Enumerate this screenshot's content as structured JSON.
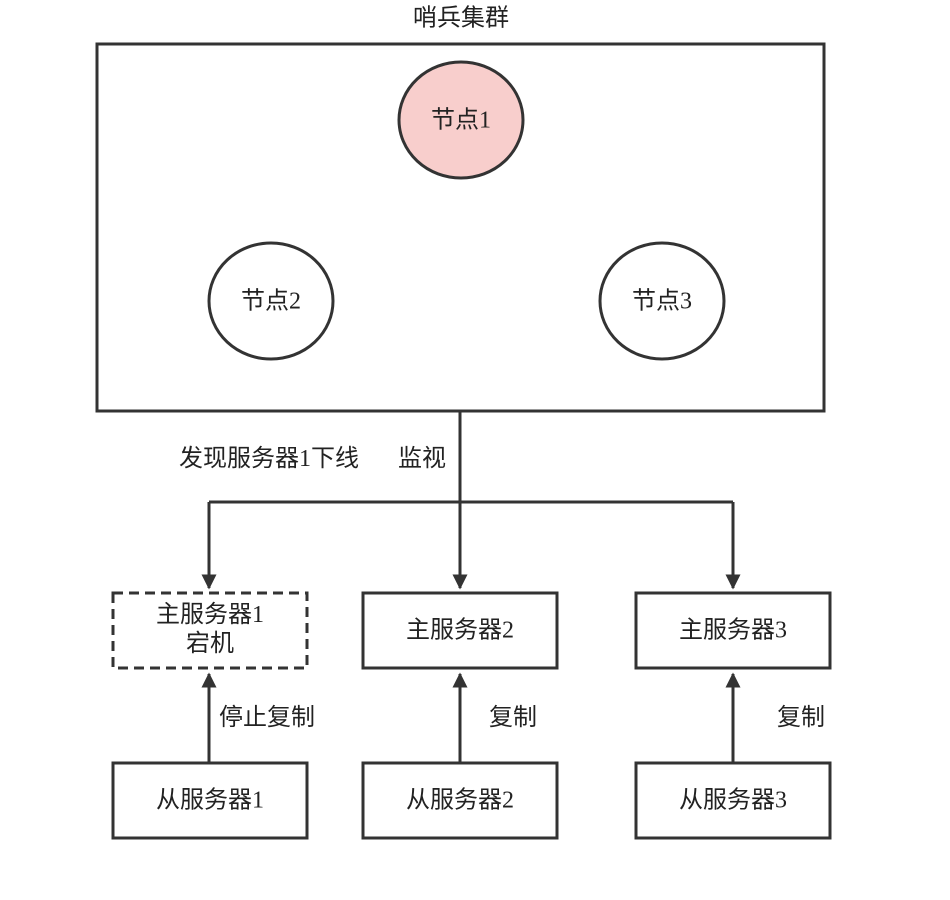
{
  "cluster": {
    "title": "哨兵集群",
    "nodes": [
      {
        "label": "节点1",
        "fill": "#f8cecc"
      },
      {
        "label": "节点2",
        "fill": "#ffffff"
      },
      {
        "label": "节点3",
        "fill": "#ffffff"
      }
    ]
  },
  "edges": {
    "detect_label": "发现服务器1下线",
    "monitor_label": "监视",
    "stop_replication_label": "停止复制",
    "replication_label_2": "复制",
    "replication_label_3": "复制"
  },
  "masters": [
    {
      "line1": "主服务器1",
      "line2": "宕机",
      "status": "down"
    },
    {
      "line1": "主服务器2"
    },
    {
      "line1": "主服务器3"
    }
  ],
  "slaves": [
    {
      "label": "从服务器1"
    },
    {
      "label": "从服务器2"
    },
    {
      "label": "从服务器3"
    }
  ],
  "colors": {
    "stroke": "#333333",
    "highlight_fill": "#f8cecc"
  }
}
